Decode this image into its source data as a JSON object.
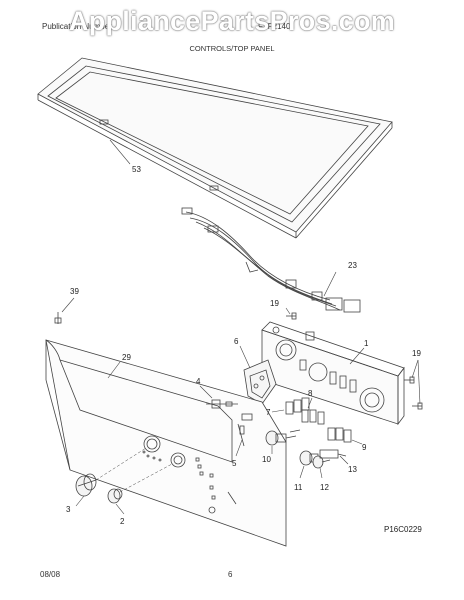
{
  "header": {
    "left_text": "Publication Number",
    "right_text": "FTF2140",
    "watermark": "AppliancePartsPros.com",
    "subtitle": "CONTROLS/TOP PANEL"
  },
  "diagram": {
    "code": "P16C0229",
    "callouts": [
      "53",
      "23",
      "19",
      "39",
      "29",
      "1",
      "6",
      "4",
      "7",
      "8",
      "5",
      "19",
      "9",
      "10",
      "13",
      "11",
      "12",
      "3",
      "2"
    ]
  },
  "footer": {
    "date": "08/08",
    "page": "6"
  }
}
